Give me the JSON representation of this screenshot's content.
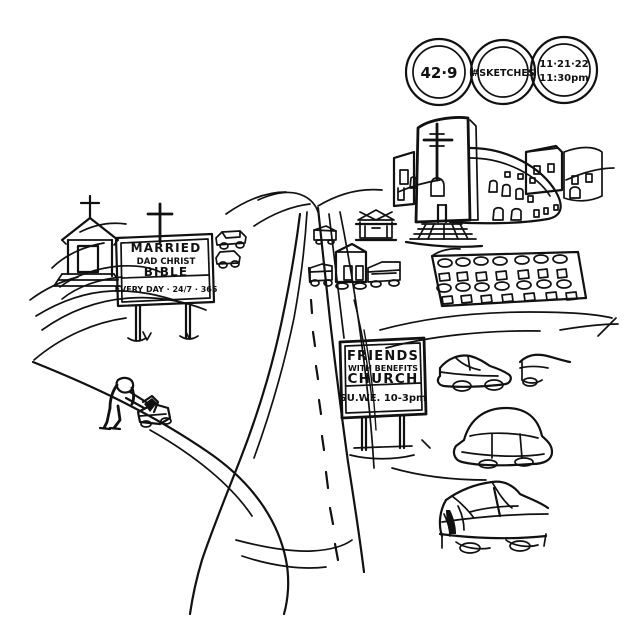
{
  "artwork": {
    "title": "Church landscape ink sketch",
    "background_color": "#ffffff",
    "ink_color": "#111111"
  },
  "badges": [
    {
      "name": "page-number-badge",
      "line1": "42·9",
      "line2": ""
    },
    {
      "name": "hashtag-badge",
      "line1": "#SKETCHES",
      "line2": ""
    },
    {
      "name": "timestamp-badge",
      "line1": "11·21·22",
      "line2": "11:30pm"
    }
  ],
  "billboard_left": {
    "name": "married-christ-bible-billboard",
    "line1": "MARRIED",
    "line2": "DAD CHRIST",
    "line3": "BIBLE",
    "footer": "EVERY DAY · 24/7 · 365"
  },
  "billboard_right": {
    "name": "friends-with-benefits-church-billboard",
    "line1": "FRIENDS",
    "line2": "WITH BENEFITS",
    "line3": "CHURCH",
    "footer": "SU.WE.  10-3pm"
  },
  "scene_elements": [
    {
      "name": "small-chapel",
      "label": "small chapel with cross"
    },
    {
      "name": "large-modern-church",
      "label": "large modern church with cross"
    },
    {
      "name": "parking-lot",
      "label": "parking lot with cars"
    },
    {
      "name": "lawn-mower-figure",
      "label": "person mowing lawn"
    },
    {
      "name": "main-road",
      "label": "road with dashed center line"
    },
    {
      "name": "pavilion",
      "label": "pavilion / gazebo"
    },
    {
      "name": "car-sketch-1",
      "label": "car study sketch"
    },
    {
      "name": "car-sketch-2",
      "label": "car study sketch"
    },
    {
      "name": "car-sketch-3",
      "label": "car study sketch"
    },
    {
      "name": "car-sketch-4",
      "label": "car study sketch"
    }
  ]
}
